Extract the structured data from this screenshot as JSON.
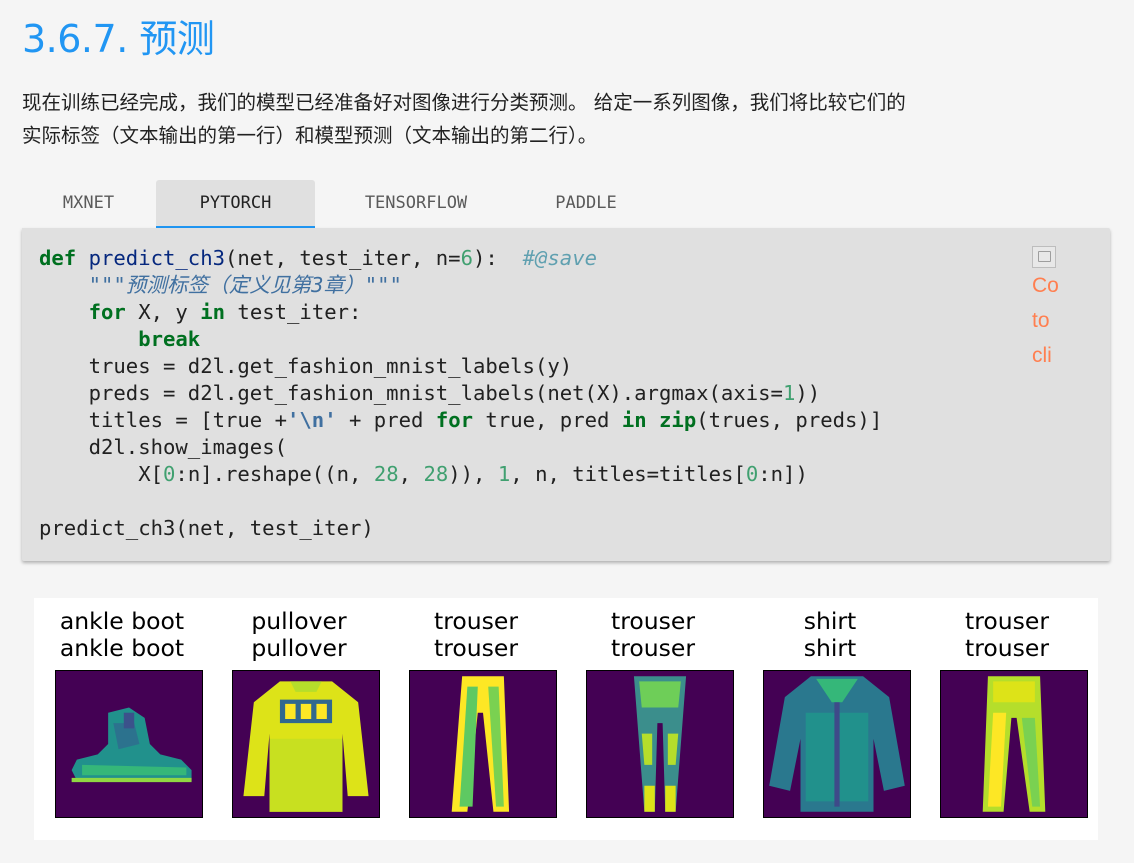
{
  "heading": "3.6.7. 预测",
  "paragraph": {
    "line1": "现在训练已经完成，我们的模型已经准备好对图像进行分类预测。 给定一系列图像，我们将比较它们的",
    "line2": "实际标签（文本输出的第一行）和模型预测（文本输出的第二行）。"
  },
  "tabs": [
    {
      "label": "MXNET",
      "active": false
    },
    {
      "label": "PYTORCH",
      "active": true
    },
    {
      "label": "TENSORFLOW",
      "active": false
    },
    {
      "label": "PADDLE",
      "active": false
    }
  ],
  "code": {
    "def": "def",
    "fn_name": "predict_ch3",
    "sig_args": "(net, test_iter, n=",
    "sig_n": "6",
    "sig_end": "):  ",
    "save_comment": "#@save",
    "docstring": "\"\"\"预测标签（定义见第3章）\"\"\"",
    "for_kw": "for",
    "for_vars": " X, y ",
    "in_kw": "in",
    "for_iter": " test_iter:",
    "break_kw": "break",
    "trues_line": "trues = d2l.get_fashion_mnist_labels(y)",
    "preds_prefix": "preds = d2l.get_fashion_mnist_labels(net(X).argmax(axis=",
    "preds_num": "1",
    "preds_suffix": "))",
    "titles_prefix": "titles = [true +",
    "titles_newline": "'\\n'",
    "titles_plus_pred": " + pred ",
    "titles_mid": " true, pred ",
    "zip_fn": "zip",
    "titles_end": "(trues, preds)]",
    "show_line": "d2l.show_images(",
    "reshape_a": "X[",
    "zero": "0",
    "reshape_b": ":n].reshape((n, ",
    "dim": "28",
    "comma": ", ",
    "reshape_c": ")), ",
    "one": "1",
    "reshape_d": ", n, titles=titles[",
    "reshape_e": ":n])",
    "call_line": "predict_ch3(net, test_iter)"
  },
  "copy_button": {
    "label": "Copy to clipboard",
    "visible_text": "Co to cli",
    "icon": "copy-icon"
  },
  "colors": {
    "heading": "#2196f3",
    "keyword": "#007020",
    "function": "#06287e",
    "number": "#40a070",
    "comment": "#60a0b0",
    "string": "#4070a0",
    "copy_text": "#ff7f50",
    "image_background": "#440154"
  },
  "predictions": [
    {
      "true_label": "ankle boot",
      "pred_label": "ankle boot",
      "icon": "ankle-boot-image"
    },
    {
      "true_label": "pullover",
      "pred_label": "pullover",
      "icon": "pullover-image"
    },
    {
      "true_label": "trouser",
      "pred_label": "trouser",
      "icon": "trouser-image"
    },
    {
      "true_label": "trouser",
      "pred_label": "trouser",
      "icon": "trouser-image"
    },
    {
      "true_label": "shirt",
      "pred_label": "shirt",
      "icon": "shirt-image"
    },
    {
      "true_label": "trouser",
      "pred_label": "trouser",
      "icon": "trouser-image"
    }
  ]
}
